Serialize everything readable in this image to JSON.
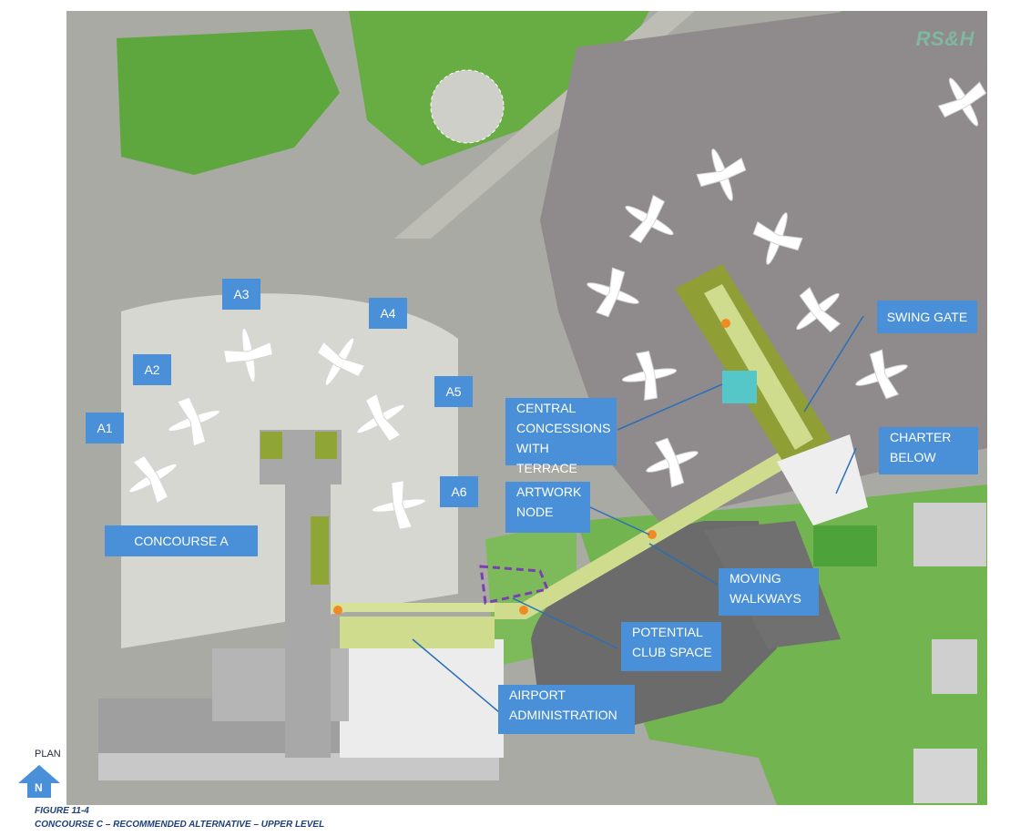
{
  "brand": {
    "logo": "RS&H"
  },
  "gates": [
    "A1",
    "A2",
    "A3",
    "A4",
    "A5",
    "A6"
  ],
  "callouts": {
    "concourse_a": "CONCOURSE A",
    "swing_gate": "SWING GATE",
    "central_concessions": [
      "CENTRAL",
      "CONCESSIONS",
      "WITH TERRACE"
    ],
    "charter_below": [
      "CHARTER",
      "BELOW"
    ],
    "artwork_node": [
      "ARTWORK",
      "NODE"
    ],
    "moving_walkways": [
      "MOVING",
      "WALKWAYS"
    ],
    "potential_club_space": [
      "POTENTIAL",
      "CLUB SPACE"
    ],
    "airport_administration": [
      "AIRPORT",
      "ADMINISTRATION"
    ]
  },
  "compass": {
    "plan": "PLAN",
    "north": "N"
  },
  "figure": {
    "number": "FIGURE 11-4",
    "title": "CONCOURSE C – RECOMMENDED ALTERNATIVE – UPPER LEVEL"
  },
  "colors": {
    "label_bg": "#4a90d9",
    "callout_line": "#2a6fb8",
    "grass": "#6db04a",
    "apron": "#b9bbb6",
    "building": "#a7a7a7",
    "new_concourse": "#cfdc8e",
    "concessions": "#55c7c9",
    "club_outline": "#7a3fb0",
    "node": "#f08a24"
  }
}
